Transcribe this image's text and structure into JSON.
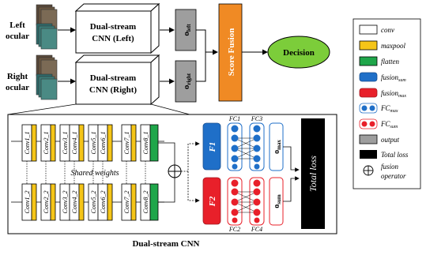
{
  "inputs": {
    "left": [
      "Left",
      "ocular"
    ],
    "right": [
      "Right",
      "ocular"
    ]
  },
  "streams": {
    "left": [
      "Dual-stream",
      "CNN (Left)"
    ],
    "right": [
      "Dual-stream",
      "CNN (Right)"
    ]
  },
  "outputs": {
    "left_main": "o",
    "left_sub": "left",
    "right_main": "o",
    "right_sub": "right"
  },
  "score_fusion": "Score Fusion",
  "decision": "Decision",
  "detail": {
    "top_convs": [
      "Conv1_1",
      "Conv2_1",
      "Conv3_1",
      "Conv4_1",
      "Conv5_1",
      "Conv6_1",
      "Conv7_1",
      "Conv8_1"
    ],
    "bottom_convs": [
      "Conv1_2",
      "Conv2_2",
      "Conv3_2",
      "Conv4_2",
      "Conv5_2",
      "Conv6_2",
      "Conv7_2",
      "Conv8_2"
    ],
    "shared_weights": "Shared weights",
    "f1": "F1",
    "f2": "F2",
    "fc_labels": [
      "FC1",
      "FC3",
      "FC2",
      "FC4"
    ],
    "o_max_main": "o",
    "o_max_sub": "max",
    "o_sum_main": "o",
    "o_sum_sub": "sum",
    "total_loss": "Total loss",
    "caption": "Dual-stream CNN"
  },
  "legend": [
    {
      "label": "conv",
      "sub": "",
      "swatch": "conv"
    },
    {
      "label": "maxpool",
      "sub": "",
      "swatch": "maxpool"
    },
    {
      "label": "flatten",
      "sub": "",
      "swatch": "flatten"
    },
    {
      "label": "fusion",
      "sub": "sum",
      "swatch": "fusion_sum"
    },
    {
      "label": "fusion",
      "sub": "max",
      "swatch": "fusion_max"
    },
    {
      "label": "FC",
      "sub": "max",
      "swatch": "fc_max"
    },
    {
      "label": "FC",
      "sub": "sum",
      "swatch": "fc_sum"
    },
    {
      "label": "output",
      "sub": "",
      "swatch": "output"
    },
    {
      "label": "Total loss",
      "sub": "",
      "swatch": "total_loss"
    },
    {
      "label": "fusion",
      "label2": "operator",
      "sub": "",
      "swatch": "operator"
    }
  ],
  "colors": {
    "maxpool": "#f5c518",
    "flatten": "#1fa64a",
    "fusion_sum": "#1f6fc8",
    "fusion_max": "#e8202a",
    "output_gray": "#9e9e9e",
    "score_orange": "#f08a24",
    "decision_green": "#7ccd3a",
    "black": "#000000"
  }
}
